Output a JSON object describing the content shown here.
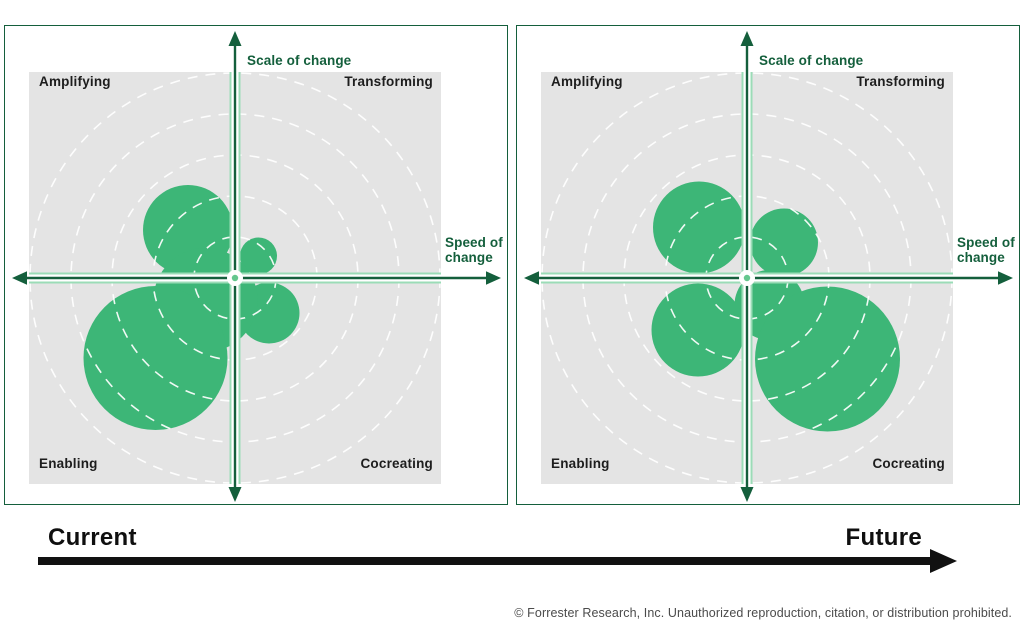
{
  "colors": {
    "bubble_green": "#3db677",
    "axis_dark_green": "#145f3c",
    "axis_glow_green": "#9bdcb7",
    "axis_white": "#ffffff",
    "origin_dot_green": "#65c78e",
    "plot_background_gray": "#e4e4e4",
    "ring_white": "rgba(255,255,255,0.92)",
    "timeline_black": "#111111",
    "quadrant_text": "#1d1d1d",
    "copyright_gray": "#4b4b4b"
  },
  "panels": [
    {
      "title": "Current",
      "axis": {
        "vertical": "Scale of change",
        "horizontal": "Speed of\nchange"
      },
      "quadrants": {
        "top_left": "Amplifying",
        "top_right": "Transforming",
        "bottom_left": "Enabling",
        "bottom_right": "Cocreating"
      }
    },
    {
      "title": "Future",
      "axis": {
        "vertical": "Scale of change",
        "horizontal": "Speed of\nchange"
      },
      "quadrants": {
        "top_left": "Amplifying",
        "top_right": "Transforming",
        "bottom_left": "Enabling",
        "bottom_right": "Cocreating"
      }
    }
  ],
  "timeline": {
    "start_label": "Current",
    "end_label": "Future"
  },
  "footer": {
    "copyright": "© Forrester Research, Inc. Unauthorized reproduction, citation, or distribution prohibited."
  },
  "chart_data": [
    {
      "type": "bubble",
      "title": "Current",
      "xlabel": "Speed of change",
      "ylabel": "Scale of change",
      "quadrant_labels": [
        "Amplifying",
        "Transforming",
        "Enabling",
        "Cocreating"
      ],
      "rings": [
        41,
        82,
        123,
        164,
        205
      ],
      "points": [
        {
          "quadrant": "Amplifying",
          "x": -47,
          "y": 48,
          "r": 45
        },
        {
          "quadrant": "Transforming",
          "x": 23.5,
          "y": 22,
          "r": 18.5
        },
        {
          "quadrant": "Cocreating",
          "x": 34,
          "y": -35,
          "r": 30.5
        },
        {
          "quadrant": "Enabling",
          "x": -29.5,
          "y": -22,
          "r": 52
        },
        {
          "quadrant": "Enabling",
          "x": -79.5,
          "y": -80,
          "r": 72
        }
      ]
    },
    {
      "type": "bubble",
      "title": "Future",
      "xlabel": "Speed of change",
      "ylabel": "Scale of change",
      "quadrant_labels": [
        "Amplifying",
        "Transforming",
        "Enabling",
        "Cocreating"
      ],
      "rings": [
        41,
        82,
        123,
        164,
        205
      ],
      "points": [
        {
          "quadrant": "Amplifying",
          "x": -48,
          "y": 50.5,
          "r": 46
        },
        {
          "quadrant": "Transforming",
          "x": 37,
          "y": 35.5,
          "r": 34
        },
        {
          "quadrant": "Cocreating",
          "x": 22.5,
          "y": -27,
          "r": 35
        },
        {
          "quadrant": "Cocreating",
          "x": 80.5,
          "y": -81,
          "r": 72.5
        },
        {
          "quadrant": "Enabling",
          "x": -49,
          "y": -52,
          "r": 46.5
        }
      ]
    }
  ]
}
